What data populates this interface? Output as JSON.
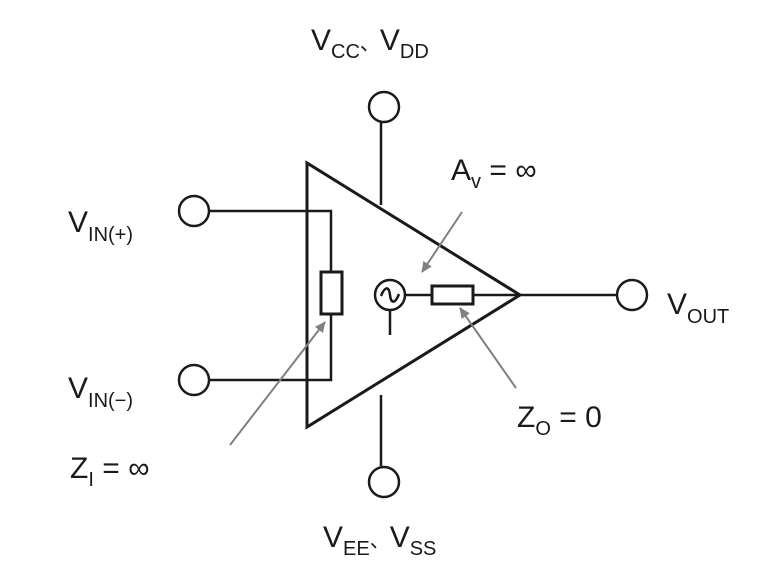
{
  "labels": {
    "supply_pos": {
      "v1": "V",
      "s1": "CC",
      "sep": "、",
      "v2": "V",
      "s2": "DD"
    },
    "supply_neg": {
      "v1": "V",
      "s1": "EE",
      "sep": "、",
      "v2": "V",
      "s2": "SS"
    },
    "in_pos": {
      "v": "V",
      "s": "IN(+)"
    },
    "in_neg": {
      "v": "V",
      "s": "IN(−)"
    },
    "out": {
      "v": "V",
      "s": "OUT"
    },
    "gain": {
      "v": "A",
      "s": "v",
      "rest": " = ∞"
    },
    "z_in": {
      "v": "Z",
      "s": "I",
      "rest": " = ∞"
    },
    "z_out": {
      "v": "Z",
      "s": "O",
      "rest": " = 0"
    }
  },
  "colors": {
    "line": "#1a1a1a",
    "arrow": "#808080",
    "background": "#ffffff"
  },
  "icons": [
    "ac-source-icon",
    "resistor-icon",
    "terminal-circle-icon"
  ]
}
